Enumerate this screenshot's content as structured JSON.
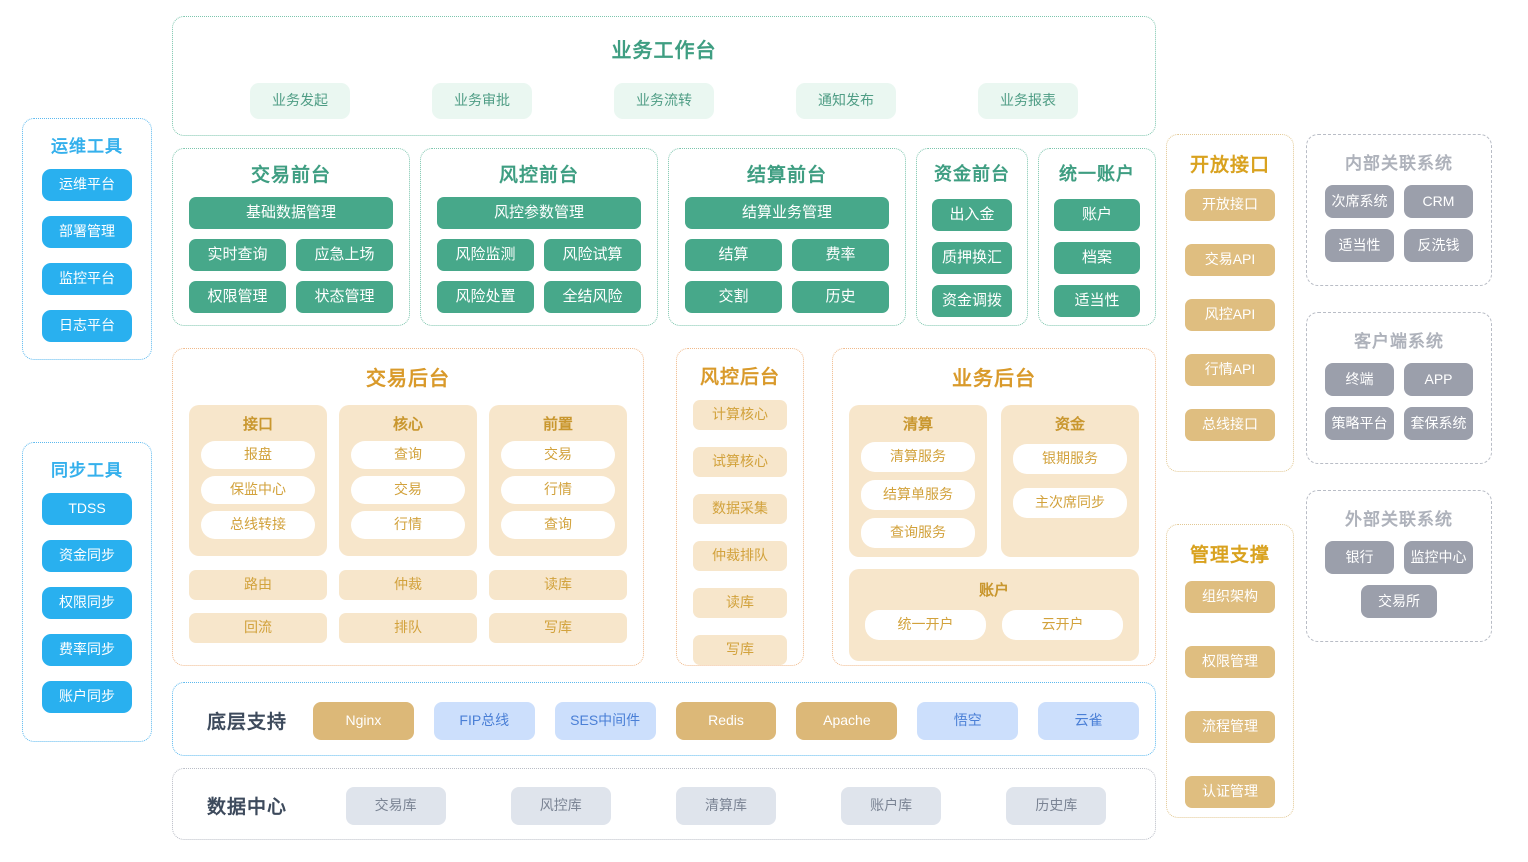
{
  "workbench": {
    "title": "业务工作台",
    "items": [
      "业务发起",
      "业务审批",
      "业务流转",
      "通知发布",
      "业务报表"
    ]
  },
  "ops_tools": {
    "title": "运维工具",
    "items": [
      "运维平台",
      "部署管理",
      "监控平台",
      "日志平台"
    ]
  },
  "sync_tools": {
    "title": "同步工具",
    "items": [
      "TDSS",
      "资金同步",
      "权限同步",
      "费率同步",
      "账户同步"
    ]
  },
  "frontends": [
    {
      "title": "交易前台",
      "wide": "基础数据管理",
      "pairs": [
        [
          "实时查询",
          "应急上场"
        ],
        [
          "权限管理",
          "状态管理"
        ]
      ]
    },
    {
      "title": "风控前台",
      "wide": "风控参数管理",
      "pairs": [
        [
          "风险监测",
          "风险试算"
        ],
        [
          "风险处置",
          "全结风险"
        ]
      ]
    },
    {
      "title": "结算前台",
      "wide": "结算业务管理",
      "pairs": [
        [
          "结算",
          "费率"
        ],
        [
          "交割",
          "历史"
        ]
      ]
    }
  ],
  "fund_front": {
    "title": "资金前台",
    "items": [
      "出入金",
      "质押换汇",
      "资金调拨"
    ]
  },
  "unified_account": {
    "title": "统一账户",
    "items": [
      "账户",
      "档案",
      "适当性"
    ]
  },
  "trade_backend": {
    "title": "交易后台",
    "groups": [
      {
        "title": "接口",
        "items": [
          "报盘",
          "保监中心",
          "总线转接"
        ]
      },
      {
        "title": "核心",
        "items": [
          "查询",
          "交易",
          "行情"
        ]
      },
      {
        "title": "前置",
        "items": [
          "交易",
          "行情",
          "查询"
        ]
      }
    ],
    "extras": [
      [
        "路由",
        "回流"
      ],
      [
        "仲裁",
        "排队"
      ],
      [
        "读库",
        "写库"
      ]
    ]
  },
  "risk_backend": {
    "title": "风控后台",
    "items": [
      "计算核心",
      "试算核心",
      "数据采集",
      "仲裁排队",
      "读库",
      "写库"
    ]
  },
  "biz_backend": {
    "title": "业务后台",
    "groups": [
      {
        "title": "清算",
        "items": [
          "清算服务",
          "结算单服务",
          "查询服务"
        ]
      },
      {
        "title": "资金",
        "items": [
          "银期服务",
          "主次席同步"
        ]
      }
    ],
    "account_group": {
      "title": "账户",
      "items": [
        "统一开户",
        "云开户"
      ]
    }
  },
  "base_support": {
    "title": "底层支持",
    "items": [
      {
        "label": "Nginx",
        "style": "tan"
      },
      {
        "label": "FIP总线",
        "style": "blue"
      },
      {
        "label": "SES中间件",
        "style": "blue"
      },
      {
        "label": "Redis",
        "style": "tan"
      },
      {
        "label": "Apache",
        "style": "tan"
      },
      {
        "label": "悟空",
        "style": "blue"
      },
      {
        "label": "云雀",
        "style": "blue"
      }
    ]
  },
  "data_center": {
    "title": "数据中心",
    "items": [
      "交易库",
      "风控库",
      "清算库",
      "账户库",
      "历史库"
    ]
  },
  "open_api": {
    "title": "开放接口",
    "items": [
      "开放接口",
      "交易API",
      "风控API",
      "行情API",
      "总线接口"
    ]
  },
  "management": {
    "title": "管理支撑",
    "items": [
      "组织架构",
      "权限管理",
      "流程管理",
      "认证管理"
    ]
  },
  "internal_systems": {
    "title": "内部关联系统",
    "rows": [
      [
        "次席系统",
        "CRM"
      ],
      [
        "适当性",
        "反洗钱"
      ]
    ]
  },
  "client_systems": {
    "title": "客户端系统",
    "rows": [
      [
        "终端",
        "APP"
      ],
      [
        "策略平台",
        "套保系统"
      ]
    ]
  },
  "external_systems": {
    "title": "外部关联系统",
    "rows": [
      [
        "银行",
        "监控中心"
      ],
      [
        "交易所"
      ]
    ]
  },
  "colors": {
    "green": "#47a88a",
    "blue": "#29b0ef",
    "gold": "#dfbe80",
    "tan_soft": "#f7e6cb",
    "gray": "#9b9fab",
    "light_blue": "#ccdffc"
  }
}
